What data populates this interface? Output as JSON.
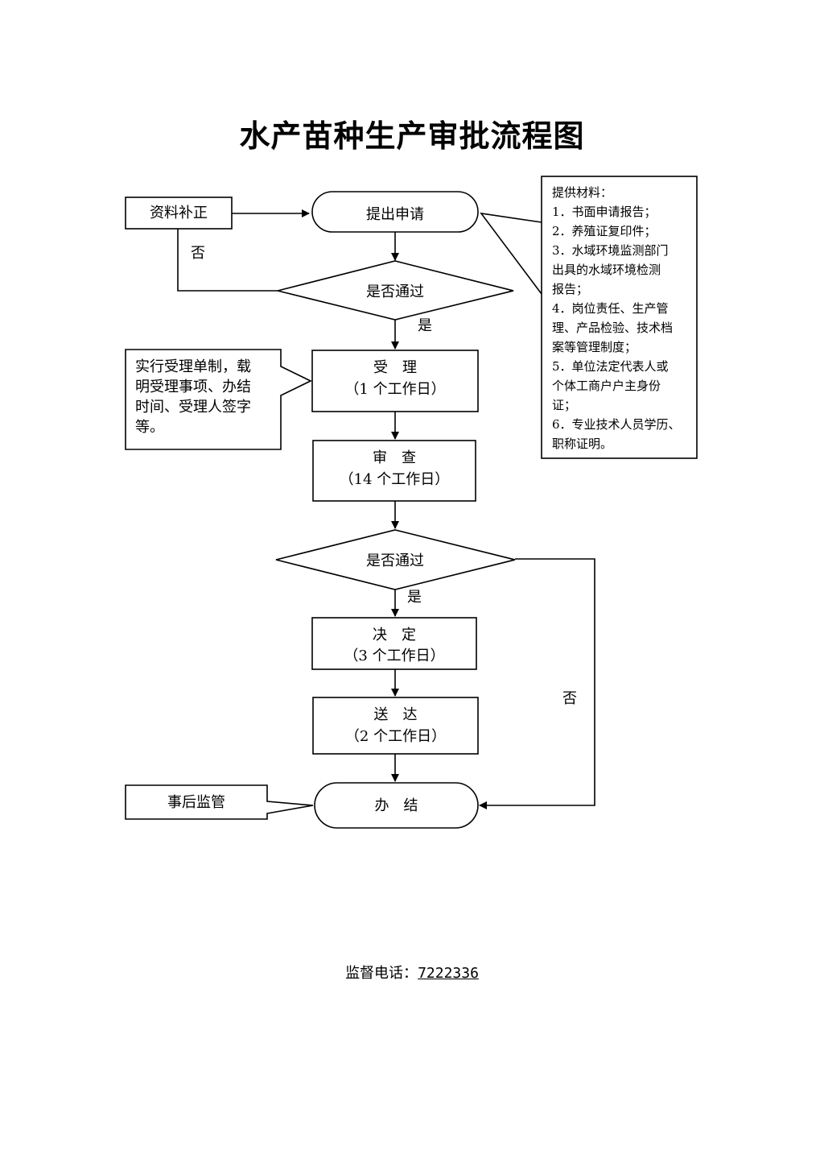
{
  "title": "水产苗种生产审批流程图",
  "nodes": {
    "apply": "提出申请",
    "supplement": "资料补正",
    "check1": "是否通过",
    "accept_title": "受　理",
    "accept_time": "（1 个工作日）",
    "review_title": "审　查",
    "review_time": "（14 个工作日）",
    "check2": "是否通过",
    "decide_title": "决　定",
    "decide_time": "（3 个工作日）",
    "deliver_title": "送　达",
    "deliver_time": "（2 个工作日）",
    "finish": "办　结",
    "supervise": "事后监管"
  },
  "edges": {
    "no1": "否",
    "yes1": "是",
    "yes2": "是",
    "no2": "否"
  },
  "accept_note": [
    "实行受理单制，载",
    "明受理事项、办结",
    "时间、受理人签字",
    "等。"
  ],
  "materials": {
    "heading": "提供材料：",
    "lines": [
      "1．书面申请报告；",
      "2．养殖证复印件；",
      "3．水域环境监测部门",
      "出具的水域环境检测",
      "报告；",
      "4．岗位责任、生产管",
      "理、产品检验、技术档",
      "案等管理制度；",
      "5．单位法定代表人或",
      "个体工商户户主身份",
      "证；",
      "6．专业技术人员学历、",
      "职称证明。"
    ]
  },
  "phone": {
    "label": "监督电话：",
    "number": "7222336"
  }
}
